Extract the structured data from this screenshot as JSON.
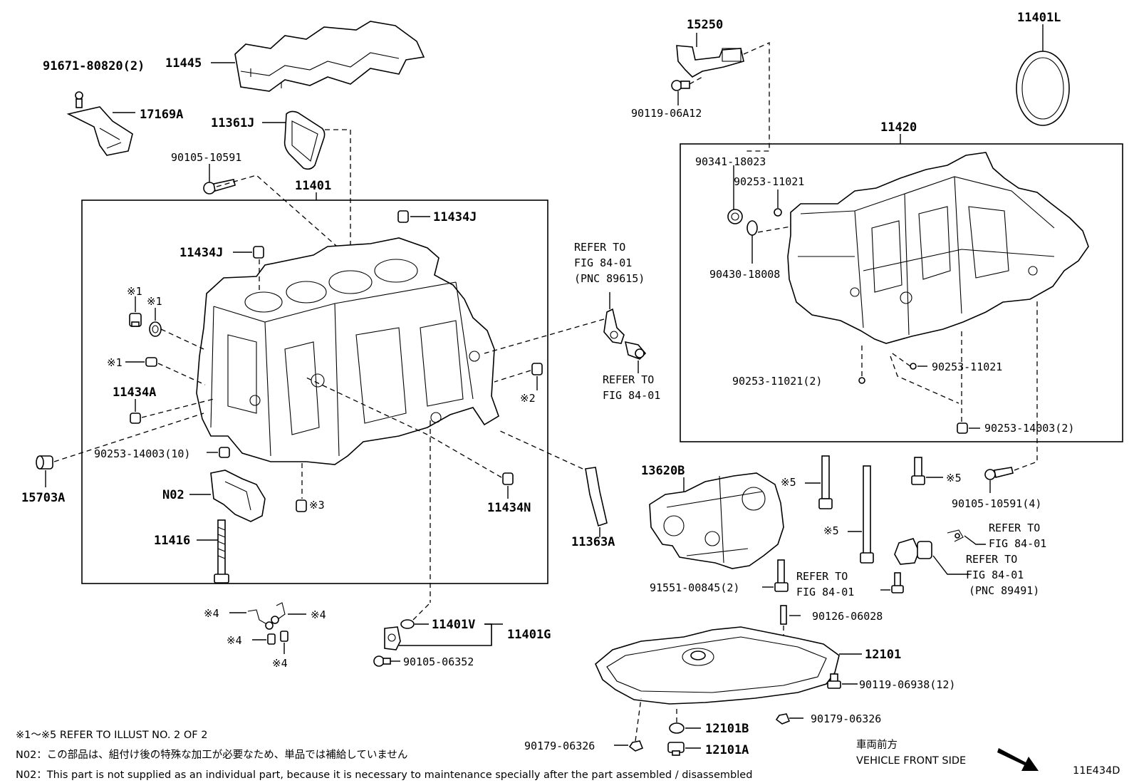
{
  "diagram_id": "11E434D",
  "labels": {
    "p91671": "91671-80820(2)",
    "p11445": "11445",
    "p17169A": "17169A",
    "p11361J": "11361J",
    "p90105_10591": "90105-10591",
    "p11401": "11401",
    "p11434J_a": "11434J",
    "p11434J_b": "11434J",
    "x1_a": "※1",
    "x1_b": "※1",
    "x1_c": "※1",
    "p11434A": "11434A",
    "p90253_14003_10": "90253-14003(10)",
    "p15703A": "15703A",
    "pN02": "N02",
    "p11416": "11416",
    "x2": "※2",
    "x3": "※3",
    "p11434N": "11434N",
    "p11363A": "11363A",
    "x4_a": "※4",
    "x4_b": "※4",
    "x4_c": "※4",
    "x4_d": "※4",
    "p11401V": "11401V",
    "p11401G": "11401G",
    "p90105_06352": "90105-06352",
    "refer_a_1": "REFER TO",
    "refer_a_2": "FIG 84-01",
    "refer_a_3": "(PNC 89615)",
    "refer_b_1": "REFER TO",
    "refer_b_2": "FIG 84-01",
    "p15250": "15250",
    "p90119_06A12": "90119-06A12",
    "p11401L": "11401L",
    "p11420": "11420",
    "p90341": "90341-18023",
    "p90253_11021_a": "90253-11021",
    "p90430": "90430-18008",
    "p90253_11021_b": "90253-11021",
    "p90253_11021_2": "90253-11021(2)",
    "p90253_14003_2": "90253-14003(2)",
    "p13620B": "13620B",
    "x5_a": "※5",
    "x5_b": "※5",
    "x5_c": "※5",
    "p90105_10591_4": "90105-10591(4)",
    "refer_c_1": "REFER TO",
    "refer_c_2": "FIG 84-01",
    "refer_d_1": "REFER TO",
    "refer_d_2": "FIG 84-01",
    "refer_d_3": "(PNC 89491)",
    "refer_e_1": "REFER TO",
    "refer_e_2": "FIG 84-01",
    "p91551": "91551-00845(2)",
    "p90126": "90126-06028",
    "p12101": "12101",
    "p90119_06938": "90119-06938(12)",
    "p90179_a": "90179-06326",
    "p90179_b": "90179-06326",
    "p12101B": "12101B",
    "p12101A": "12101A"
  },
  "notes": {
    "line1": "※1～※5  REFER TO ILLUST NO. 2 OF 2",
    "line2": "N02：この部品は、組付け後の特殊な加工が必要なため、単品では補給していません",
    "line3": "N02：This part is not supplied as an individual part, because it is necessary to maintenance specially after the part assembled / disassembled"
  },
  "front": {
    "jp": "車両前方",
    "en": "VEHICLE FRONT SIDE"
  }
}
